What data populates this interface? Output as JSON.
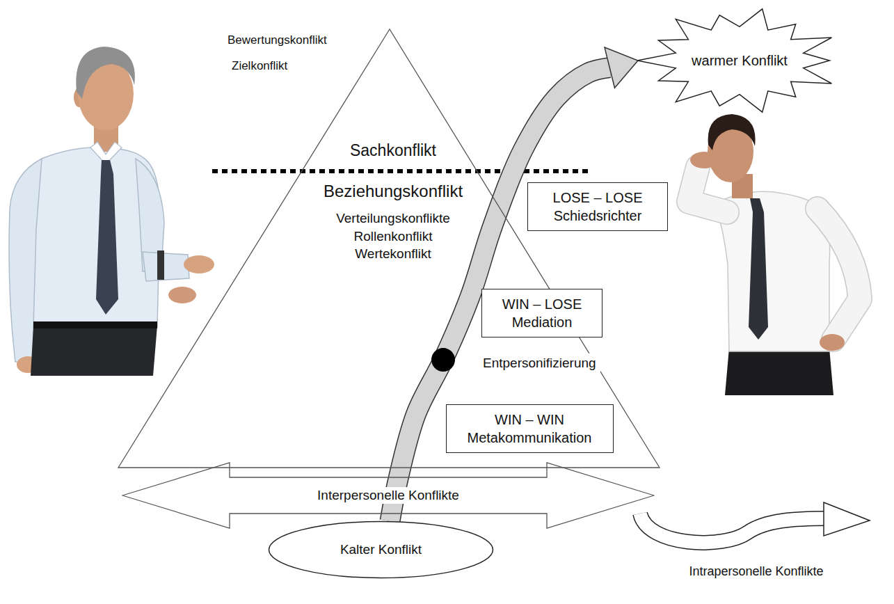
{
  "diagram": {
    "nodes": [
      {
        "text": [
          "Sachkonflikt",
          "Beziehungskonflikt",
          "Verteilungskonflikte",
          "Rollenkonflikt",
          "Wertekonflikt"
        ]
      },
      {
        "text": [
          "warmer Konflikt"
        ]
      },
      {
        "text": [
          "LOSE – LOSE",
          "Schiedsrichter"
        ]
      },
      {
        "text": [
          "WIN – LOSE",
          "Mediation"
        ]
      },
      {
        "text": [
          "WIN – WIN",
          "Metakommunikation"
        ],
        "in": 0
      },
      {
        "text": [
          "Interpersonelle Konflikte"
        ]
      },
      {
        "text": [
          "Kalter Konflikt"
        ]
      }
    ],
    "edges": [
      {
        "from": 6,
        "to": 1,
        "arrow": "to"
      }
    ],
    "labels": [
      "Bewertungskonflikt",
      "Zielkonflikt",
      "Entpersonifizierung",
      "Intrapersonelle Konflikte"
    ]
  }
}
